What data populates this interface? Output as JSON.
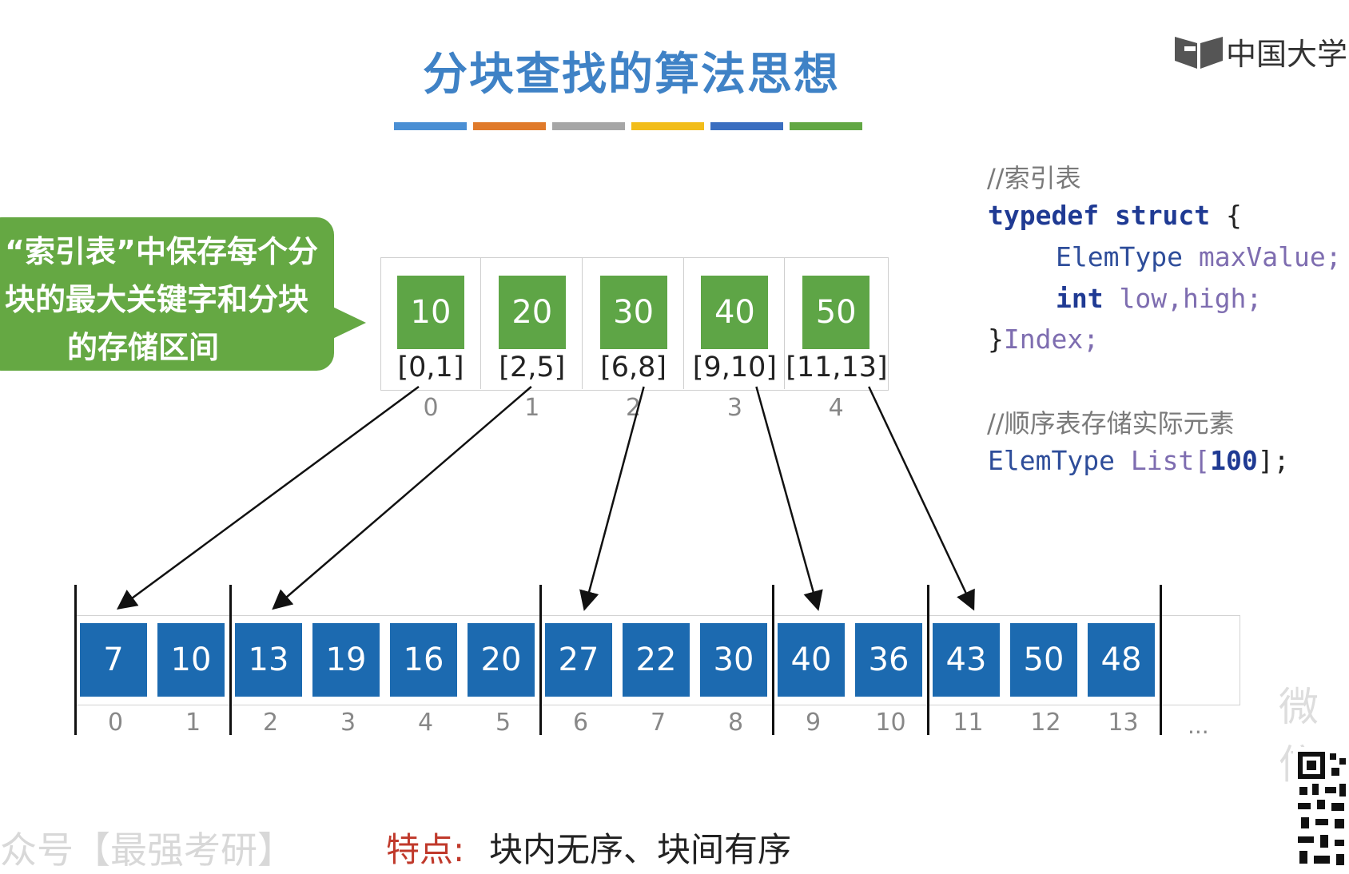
{
  "title": "分块查找的算法思想",
  "title_bar_colors": [
    "#4a8fd4",
    "#e07a2a",
    "#a6a6a6",
    "#f2bd1a",
    "#3a6ec0",
    "#62a744"
  ],
  "logo": {
    "text": "中国大学M"
  },
  "callout": {
    "lines": [
      "“索引表”中保存每个分",
      "块的最大关键字和分块",
      "的存储区间"
    ],
    "color": "#65a843"
  },
  "index_table": {
    "entries": [
      {
        "max": "10",
        "range": "[0,1]",
        "index": "0"
      },
      {
        "max": "20",
        "range": "[2,5]",
        "index": "1"
      },
      {
        "max": "30",
        "range": "[6,8]",
        "index": "2"
      },
      {
        "max": "40",
        "range": "[9,10]",
        "index": "3"
      },
      {
        "max": "50",
        "range": "[11,13]",
        "index": "4"
      }
    ],
    "box_color": "#5ea546"
  },
  "list": {
    "values": [
      "7",
      "10",
      "13",
      "19",
      "16",
      "20",
      "27",
      "22",
      "30",
      "40",
      "36",
      "43",
      "50",
      "48"
    ],
    "indices": [
      "0",
      "1",
      "2",
      "3",
      "4",
      "5",
      "6",
      "7",
      "8",
      "9",
      "10",
      "11",
      "12",
      "13"
    ],
    "ellipsis": "...",
    "block_starts": [
      0,
      2,
      6,
      9,
      11
    ],
    "box_color": "#1c6ab0"
  },
  "code": {
    "comment1": "//索引表",
    "kw_typedef": "typedef",
    "kw_struct": "struct",
    "brace_open": "{",
    "type_elem": "ElemType",
    "field_max": "maxValue;",
    "kw_int": "int",
    "field_lowhigh": "low,high;",
    "struct_close": "}",
    "struct_name": "Index;",
    "comment2": "//顺序表存储实际元素",
    "list_type": "ElemType",
    "list_name": "List[",
    "list_size": "100",
    "list_end": "];"
  },
  "feature": {
    "label": "特点:",
    "text": "块内无序、块间有序"
  },
  "watermarks": [
    "众号【最强考研】",
    "微信"
  ]
}
